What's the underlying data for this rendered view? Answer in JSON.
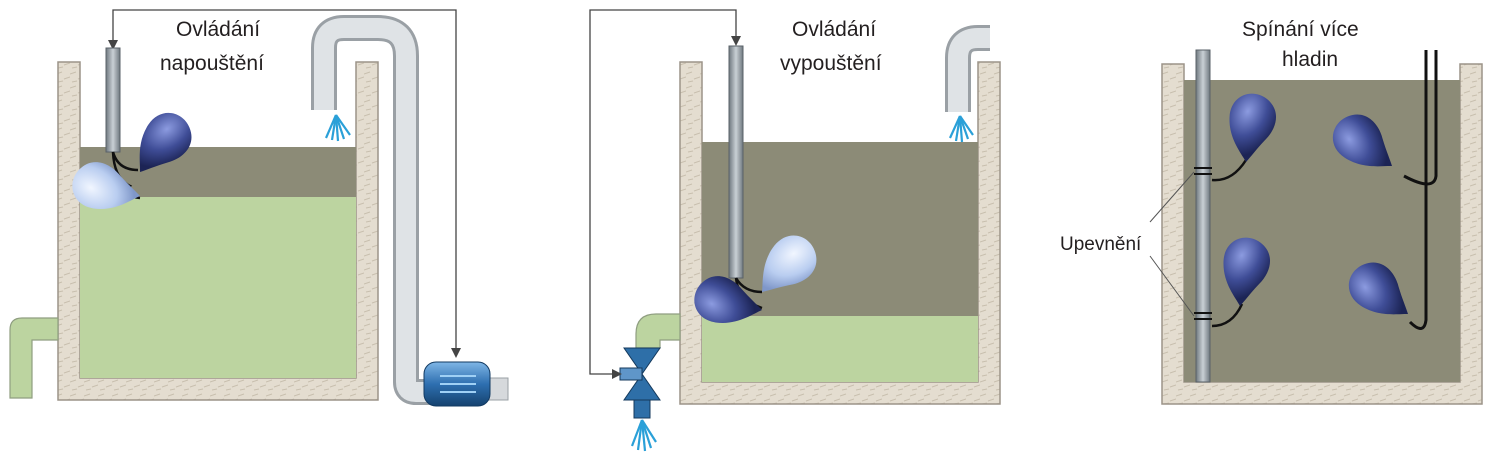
{
  "panels": [
    {
      "id": "fill-control",
      "title_lines": [
        "Ovládání",
        "napouštění"
      ]
    },
    {
      "id": "drain-control",
      "title_lines": [
        "Ovládání",
        "vypouštění"
      ]
    },
    {
      "id": "multi-level",
      "title_lines": [
        "Spínání více",
        "hladin"
      ],
      "callout": "Upevnění"
    }
  ],
  "colors": {
    "wall": "#e4ddd0",
    "wall_edge": "#9c9488",
    "liquid_light": "#bcd4a0",
    "liquid_dark": "#8c8b77",
    "float_dark": "#3f4d97",
    "float_light": "#b9cdf0",
    "pipe": "#cfd3d6",
    "pump": "#3d7ec0",
    "valve": "#2e6fa8",
    "spray": "#2aa0d8"
  }
}
